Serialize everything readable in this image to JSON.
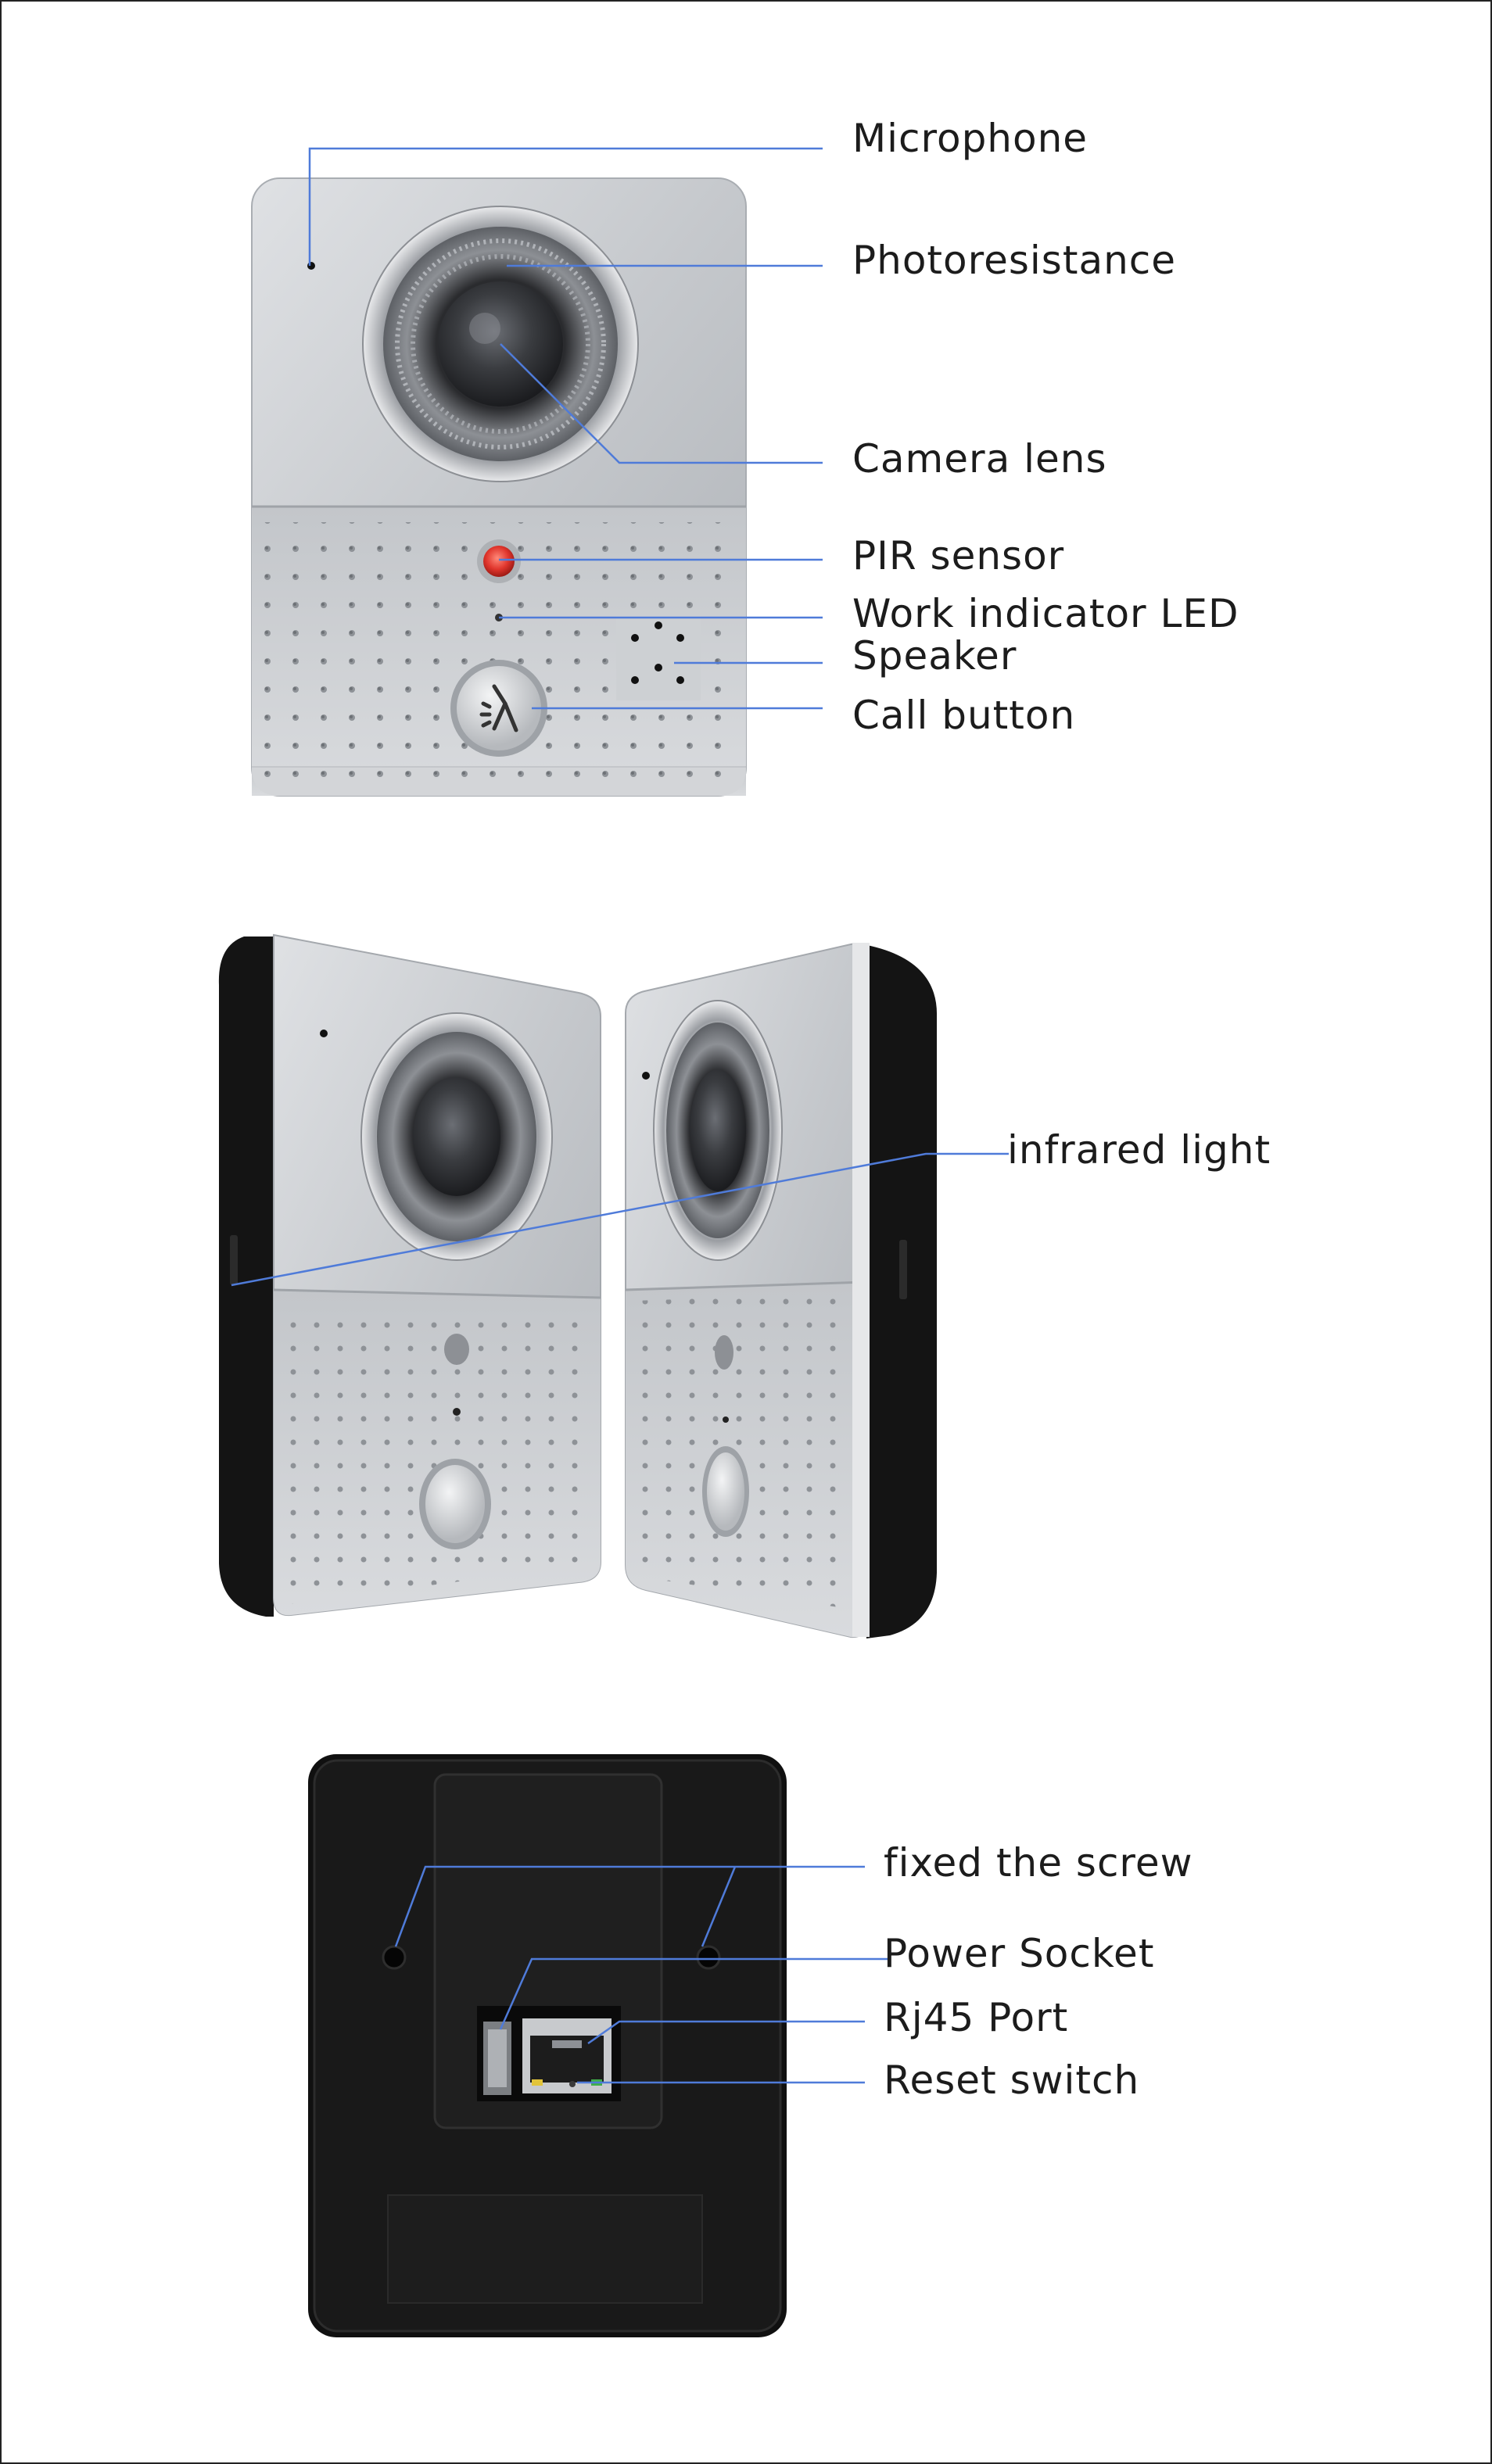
{
  "colors": {
    "leader": "#4f7bd9",
    "silver": "#c9ccd0",
    "body_black": "#151515",
    "red_led": "#e0352c",
    "text": "#1c1c1c",
    "background": "#ffffff"
  },
  "front_view": {
    "labels": {
      "microphone": "Microphone",
      "photoresistance": "Photoresistance",
      "camera_lens": "Camera lens",
      "pir_sensor": "PIR sensor",
      "work_indicator_led": "Work indicator LED",
      "speaker": "Speaker",
      "call_button": "Call button"
    }
  },
  "side_view": {
    "labels": {
      "infrared_light": "infrared light"
    }
  },
  "back_view": {
    "labels": {
      "fixed_the_screw": "fixed the screw",
      "power_socket": "Power Socket",
      "rj45_port": "Rj45 Port",
      "reset_switch": "Reset switch"
    }
  }
}
